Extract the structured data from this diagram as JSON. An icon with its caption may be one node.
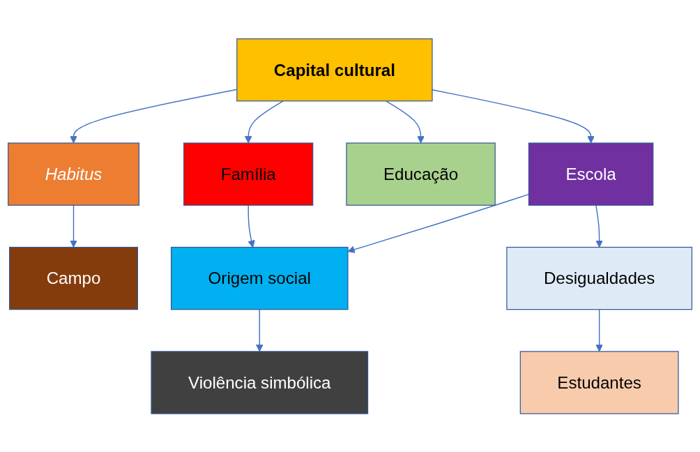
{
  "diagram": {
    "nodes": [
      {
        "text": [
          "Capital cultural"
        ]
      },
      {
        "text": [
          "Habitus"
        ]
      },
      {
        "text": [
          "Família"
        ]
      },
      {
        "text": [
          "Educação"
        ]
      },
      {
        "text": [
          "Escola"
        ]
      },
      {
        "text": [
          "Campo"
        ]
      },
      {
        "text": [
          "Origem social"
        ]
      },
      {
        "text": [
          "Desigualdades"
        ]
      },
      {
        "text": [
          "Violência simbólica"
        ]
      },
      {
        "text": [
          "Estudantes"
        ]
      }
    ],
    "edges": [
      {
        "from": 0,
        "to": 1,
        "arrow": "to"
      },
      {
        "from": 0,
        "to": 2,
        "arrow": "to"
      },
      {
        "from": 0,
        "to": 3,
        "arrow": "to"
      },
      {
        "from": 0,
        "to": 4,
        "arrow": "to"
      },
      {
        "from": 1,
        "to": 5,
        "arrow": "to"
      },
      {
        "from": 2,
        "to": 6,
        "arrow": "to"
      },
      {
        "from": 4,
        "to": 6,
        "arrow": "to"
      },
      {
        "from": 4,
        "to": 7,
        "arrow": "to"
      },
      {
        "from": 6,
        "to": 8,
        "arrow": "to"
      },
      {
        "from": 7,
        "to": 9,
        "arrow": "to"
      }
    ]
  }
}
